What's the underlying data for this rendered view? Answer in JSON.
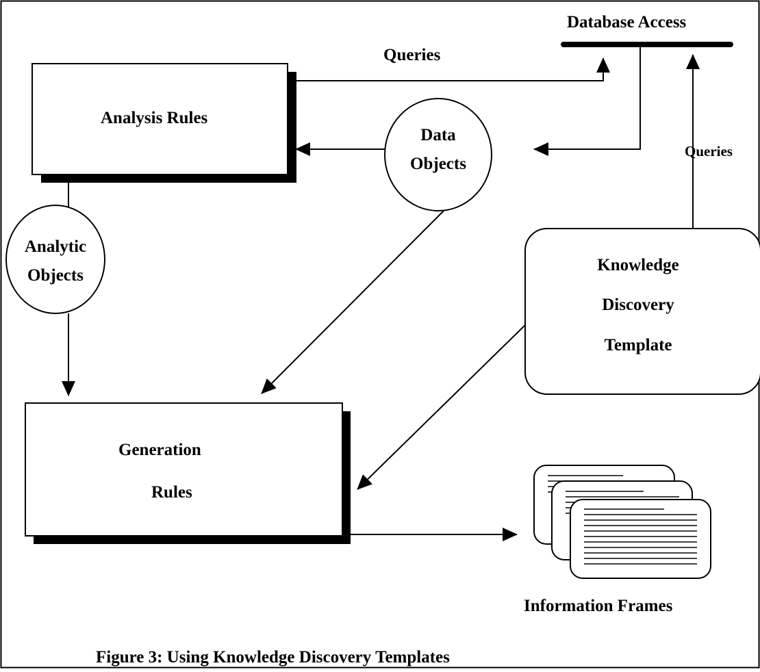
{
  "labels": {
    "database_access": "Database Access",
    "queries_top": "Queries",
    "queries_right": "Queries",
    "analysis_rules": "Analysis Rules",
    "data_objects_line1": "Data",
    "data_objects_line2": "Objects",
    "analytic_objects_line1": "Analytic",
    "analytic_objects_line2": "Objects",
    "kdt_line1": "Knowledge",
    "kdt_line2": "Discovery",
    "kdt_line3": "Template",
    "generation_line1": "Generation",
    "generation_line2": "Rules",
    "information_frames": "Information Frames"
  },
  "caption": "Figure 3: Using Knowledge Discovery Templates",
  "colors": {
    "ink": "#000000",
    "paper": "#ffffff"
  }
}
